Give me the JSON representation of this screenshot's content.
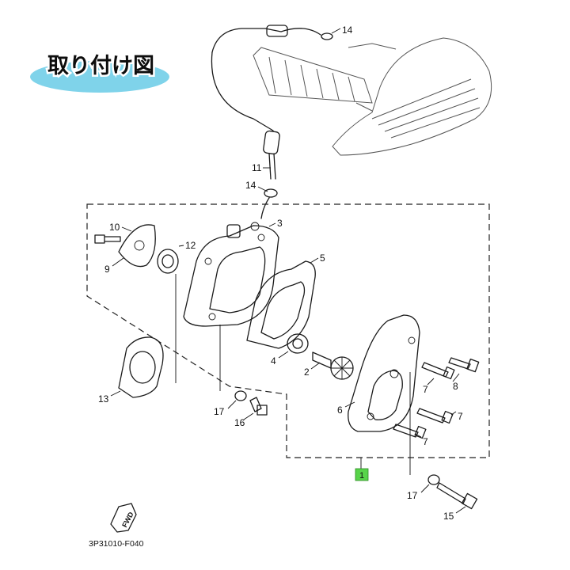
{
  "title": "取り付け図",
  "diagram_code": "3P31010-F040",
  "fwd_label": "FWD",
  "reference_label": "1",
  "colors": {
    "title_ellipse": "#7fd3ea",
    "reference_box": "#58d44a",
    "line": "#1a1a1a"
  },
  "callouts": [
    "2",
    "3",
    "4",
    "5",
    "6",
    "7",
    "7",
    "7",
    "8",
    "9",
    "10",
    "11",
    "12",
    "13",
    "14",
    "14",
    "15",
    "16",
    "17",
    "17"
  ]
}
